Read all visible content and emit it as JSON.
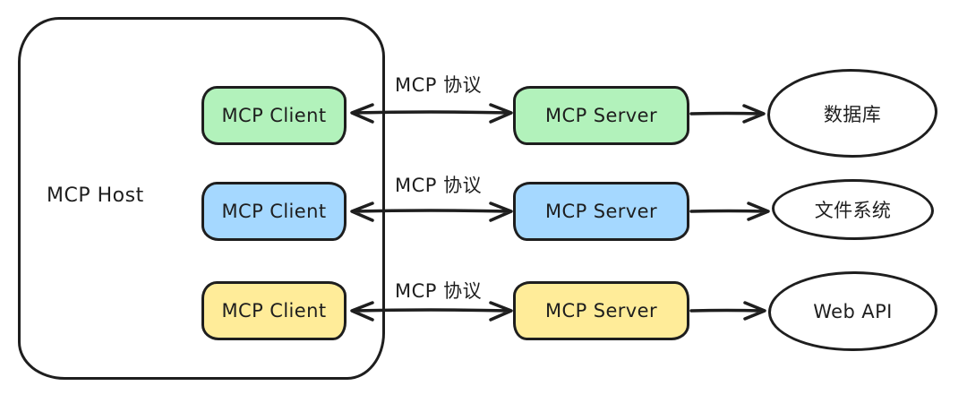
{
  "diagram": {
    "type": "architecture-diagram",
    "style": "hand-drawn",
    "background_color": "#ffffff",
    "stroke_color": "#1e1e1e",
    "host": {
      "label": "MCP Host"
    },
    "protocol_label": "MCP 协议",
    "rows": [
      {
        "client": "MCP Client",
        "server": "MCP Server",
        "resource": "数据库",
        "fill": "#b2f2bb",
        "client_server_connection": "bidirectional-arrow",
        "server_resource_connection": "arrow-right"
      },
      {
        "client": "MCP Client",
        "server": "MCP Server",
        "resource": "文件系统",
        "fill": "#a5d8ff",
        "client_server_connection": "bidirectional-arrow",
        "server_resource_connection": "arrow-right"
      },
      {
        "client": "MCP Client",
        "server": "MCP Server",
        "resource": "Web API",
        "fill": "#ffec99",
        "client_server_connection": "bidirectional-arrow",
        "server_resource_connection": "arrow-right"
      }
    ]
  }
}
